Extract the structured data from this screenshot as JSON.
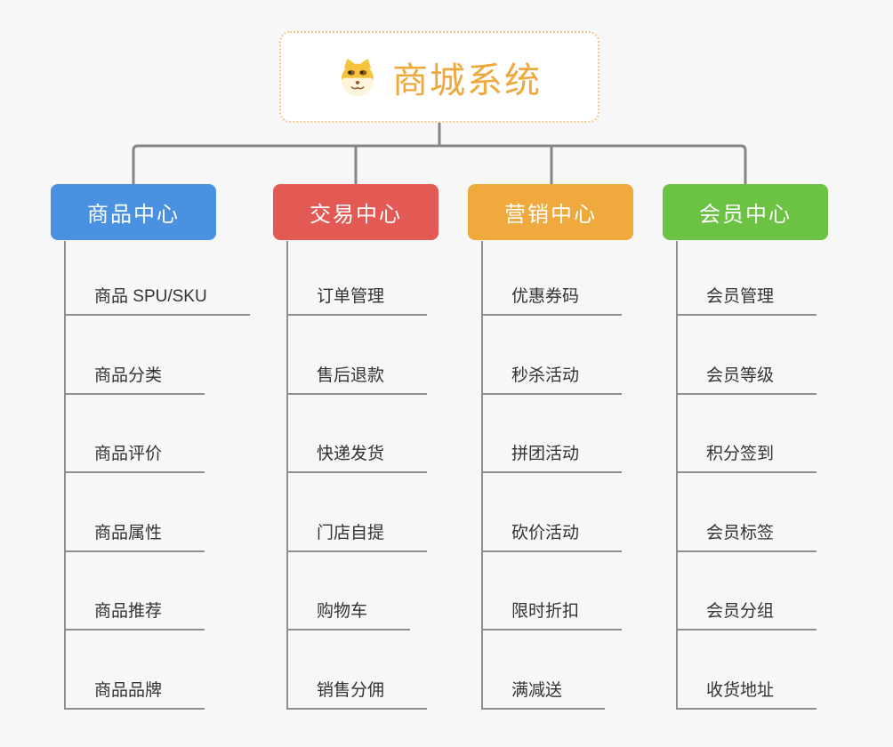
{
  "root": {
    "title": "商城系统",
    "icon": "doge-icon"
  },
  "branches": [
    {
      "label": "商品中心",
      "color": "#4b91e2",
      "children": [
        "商品 SPU/SKU",
        "商品分类",
        "商品评价",
        "商品属性",
        "商品推荐",
        "商品品牌"
      ]
    },
    {
      "label": "交易中心",
      "color": "#e35a55",
      "children": [
        "订单管理",
        "售后退款",
        "快递发货",
        "门店自提",
        "购物车",
        "销售分佣"
      ]
    },
    {
      "label": "营销中心",
      "color": "#efa93c",
      "children": [
        "优惠券码",
        "秒杀活动",
        "拼团活动",
        "砍价活动",
        "限时折扣",
        "满减送"
      ]
    },
    {
      "label": "会员中心",
      "color": "#6cc243",
      "children": [
        "会员管理",
        "会员等级",
        "积分签到",
        "会员标签",
        "会员分组",
        "收货地址"
      ]
    }
  ],
  "colors": {
    "accent_orange": "#f0a73b",
    "root_border": "#f3c88a",
    "connector_line": "#858585",
    "leaf_line": "#8f8f8f",
    "leaf_text": "#333333",
    "background": "#f7f7f7"
  }
}
